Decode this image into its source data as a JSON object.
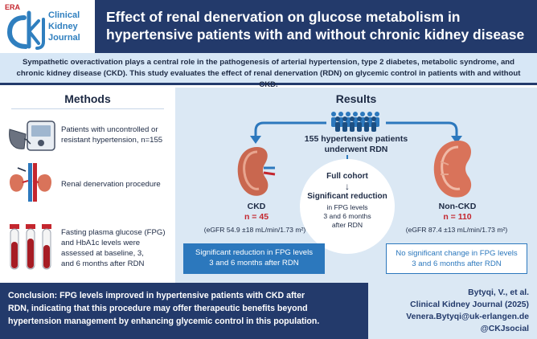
{
  "logo": {
    "era": "ERA",
    "words": [
      "Clinical",
      "Kidney",
      "Journal"
    ]
  },
  "title": {
    "line1": "Effect of renal denervation on glucose metabolism in",
    "line2": "hypertensive patients with and without chronic kidney disease"
  },
  "intro": "Sympathetic overactivation plays a central role in the pathogenesis of arterial hypertension, type 2 diabetes, metabolic syndrome, and chronic kidney disease (CKD). This study evaluates the effect of renal denervation (RDN) on glycemic control in patients with and without CKD.",
  "methods": {
    "title": "Methods",
    "items": [
      {
        "icon": "blood-pressure-monitor-icon",
        "lines": [
          "Patients with uncontrolled or",
          "resistant hypertension, n=155"
        ]
      },
      {
        "icon": "kidney-catheter-icon",
        "lines": [
          "Renal denervation procedure"
        ]
      },
      {
        "icon": "blood-tubes-icon",
        "lines": [
          "Fasting plasma glucose (FPG)",
          "and HbA1c levels were",
          "assessed at baseline, 3,",
          "and 6 months after RDN"
        ]
      }
    ]
  },
  "results": {
    "title": "Results",
    "patients": [
      "155 hypertensive patients",
      "underwent RDN"
    ],
    "cohort": {
      "head": "Full cohort",
      "arrow": "↓",
      "sub": "Significant reduction",
      "detail": [
        "in FPG levels",
        "3 and 6 months",
        "after RDN"
      ]
    },
    "ckd": {
      "label": [
        "CKD",
        "n = 45"
      ],
      "egfr": "(eGFR 54.9 ±18 mL/min/1.73 m²)",
      "box": [
        "Significant reduction in FPG levels",
        "3 and 6 months after RDN"
      ]
    },
    "non_ckd": {
      "label": [
        "Non-CKD",
        "n = 110"
      ],
      "egfr": "(eGFR 87.4 ±13 mL/min/1.73 m²)",
      "box": [
        "No significant change in FPG levels",
        "3 and 6 months after RDN"
      ]
    }
  },
  "footer": {
    "conclusion": [
      "Conclusion: FPG levels improved in hypertensive patients with CKD after",
      "RDN, indicating that this procedure may offer therapeutic benefits beyond",
      "hypertension management by enhancing glycemic control in this population."
    ],
    "citation": [
      "Bytyqi, V., et al.",
      "Clinical Kidney Journal (2025)",
      "Venera.Bytyqi@uk-erlangen.de",
      "@CKJsocial"
    ]
  },
  "colors": {
    "navy": "#233a6b",
    "accent_blue": "#2c78bd",
    "light_blue": "#dbe8f4",
    "kidney": "#d9735a"
  }
}
